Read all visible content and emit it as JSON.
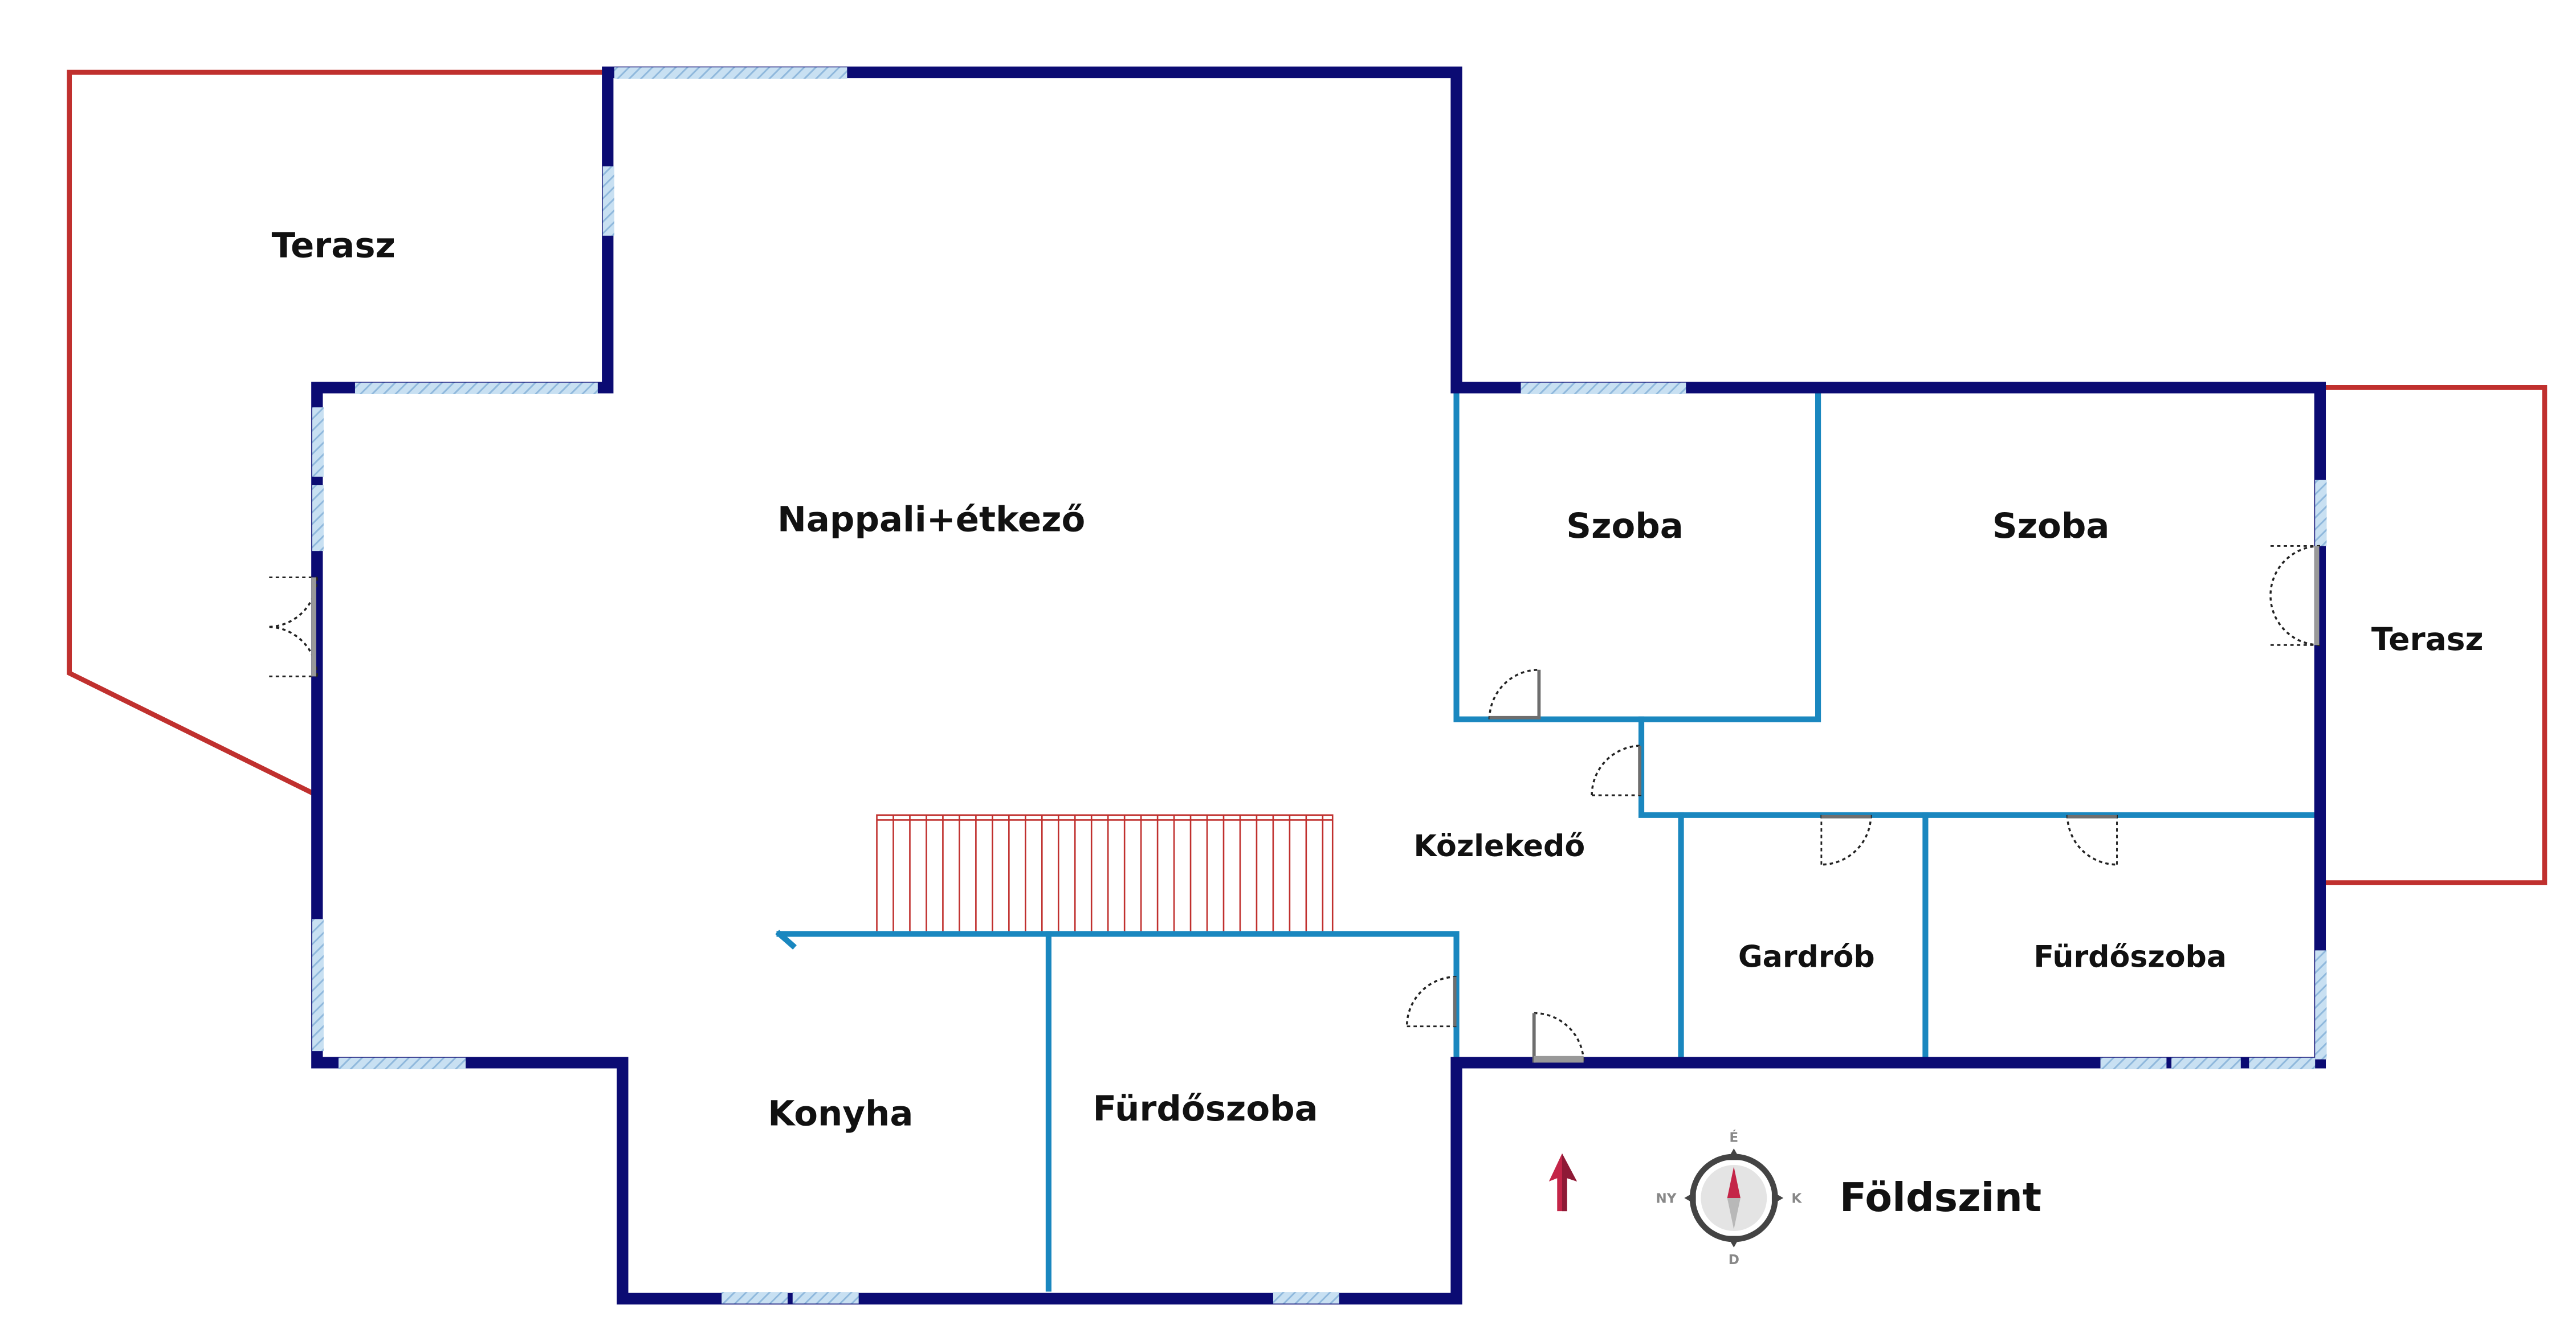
{
  "floor_title": "Földszint",
  "rooms": {
    "terasz_left": "Terasz",
    "nappali": "Nappali+étkező",
    "szoba_1": "Szoba",
    "szoba_2": "Szoba",
    "terasz_right": "Terasz",
    "kozlekedo": "Közlekedő",
    "gardrob": "Gardrób",
    "furdo_right": "Fürdőszoba",
    "konyha": "Konyha",
    "furdo_bottom": "Fürdőszoba"
  },
  "compass": {
    "north": "É",
    "south": "D",
    "west": "NY",
    "east": "K"
  },
  "colors": {
    "exterior_wall": "#0b0b73",
    "interior_wall": "#1a87bf",
    "terrace_outline": "#c0302e",
    "window": "#a8cbe6",
    "stairs": "#c0302e",
    "north_arrow": "#c42548",
    "door_swing": "#222222",
    "door_leaf": "#6e6e6e"
  }
}
